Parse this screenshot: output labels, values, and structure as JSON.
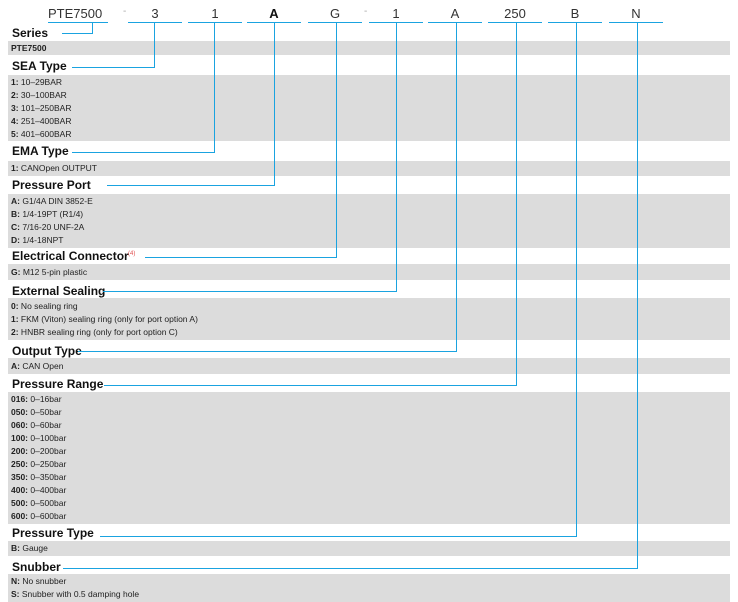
{
  "codes": [
    "PTE7500",
    "3",
    "1",
    "A",
    "G",
    "1",
    "A",
    "250",
    "B",
    "N"
  ],
  "separators": [
    "-",
    "-",
    "-"
  ],
  "sections": [
    {
      "title": "Series",
      "options": [
        {
          "key": "PTE7500",
          "text": ""
        }
      ]
    },
    {
      "title": "SEA Type",
      "options": [
        {
          "key": "1:",
          "text": " 10–29BAR"
        },
        {
          "key": "2:",
          "text": " 30–100BAR"
        },
        {
          "key": "3:",
          "text": " 101–250BAR"
        },
        {
          "key": "4:",
          "text": " 251–400BAR"
        },
        {
          "key": "5:",
          "text": " 401–600BAR"
        }
      ]
    },
    {
      "title": "EMA Type",
      "options": [
        {
          "key": "1:",
          "text": " CANOpen OUTPUT"
        }
      ]
    },
    {
      "title": "Pressure Port",
      "options": [
        {
          "key": "A:",
          "text": " G1/4A DIN 3852-E"
        },
        {
          "key": "B:",
          "text": " 1/4-19PT (R1/4)"
        },
        {
          "key": "C:",
          "text": " 7/16-20 UNF-2A"
        },
        {
          "key": "D:",
          "text": " 1/4-18NPT"
        }
      ]
    },
    {
      "title": "Electrical Connector",
      "note": "(4)",
      "options": [
        {
          "key": "G:",
          "text": " M12 5-pin plastic"
        }
      ]
    },
    {
      "title": "External Sealing",
      "options": [
        {
          "key": "0:",
          "text": " No sealing ring"
        },
        {
          "key": "1:",
          "text": " FKM (Viton) sealing ring (only for port option A)"
        },
        {
          "key": "2:",
          "text": " HNBR sealing ring (only for port option C)"
        }
      ]
    },
    {
      "title": "Output Type",
      "options": [
        {
          "key": "A:",
          "text": " CAN Open"
        }
      ]
    },
    {
      "title": "Pressure Range",
      "options": [
        {
          "key": "016:",
          "text": " 0–16bar"
        },
        {
          "key": "050:",
          "text": " 0–50bar"
        },
        {
          "key": "060:",
          "text": " 0–60bar"
        },
        {
          "key": "100:",
          "text": " 0–100bar"
        },
        {
          "key": "200:",
          "text": " 0–200bar"
        },
        {
          "key": "250:",
          "text": " 0–250bar"
        },
        {
          "key": "350:",
          "text": " 0–350bar"
        },
        {
          "key": "400:",
          "text": " 0–400bar"
        },
        {
          "key": "500:",
          "text": " 0–500bar"
        },
        {
          "key": "600:",
          "text": " 0–600bar"
        }
      ]
    },
    {
      "title": "Pressure Type",
      "options": [
        {
          "key": "B:",
          "text": " Gauge"
        }
      ]
    },
    {
      "title": "Snubber",
      "options": [
        {
          "key": "N:",
          "text": " No snubber"
        },
        {
          "key": "S:",
          "text": " Snubber with 0.5 damping hole"
        }
      ]
    }
  ],
  "colors": {
    "accent": "#1aa3e0",
    "band": "#dcdcdc",
    "note": "#e05050"
  }
}
